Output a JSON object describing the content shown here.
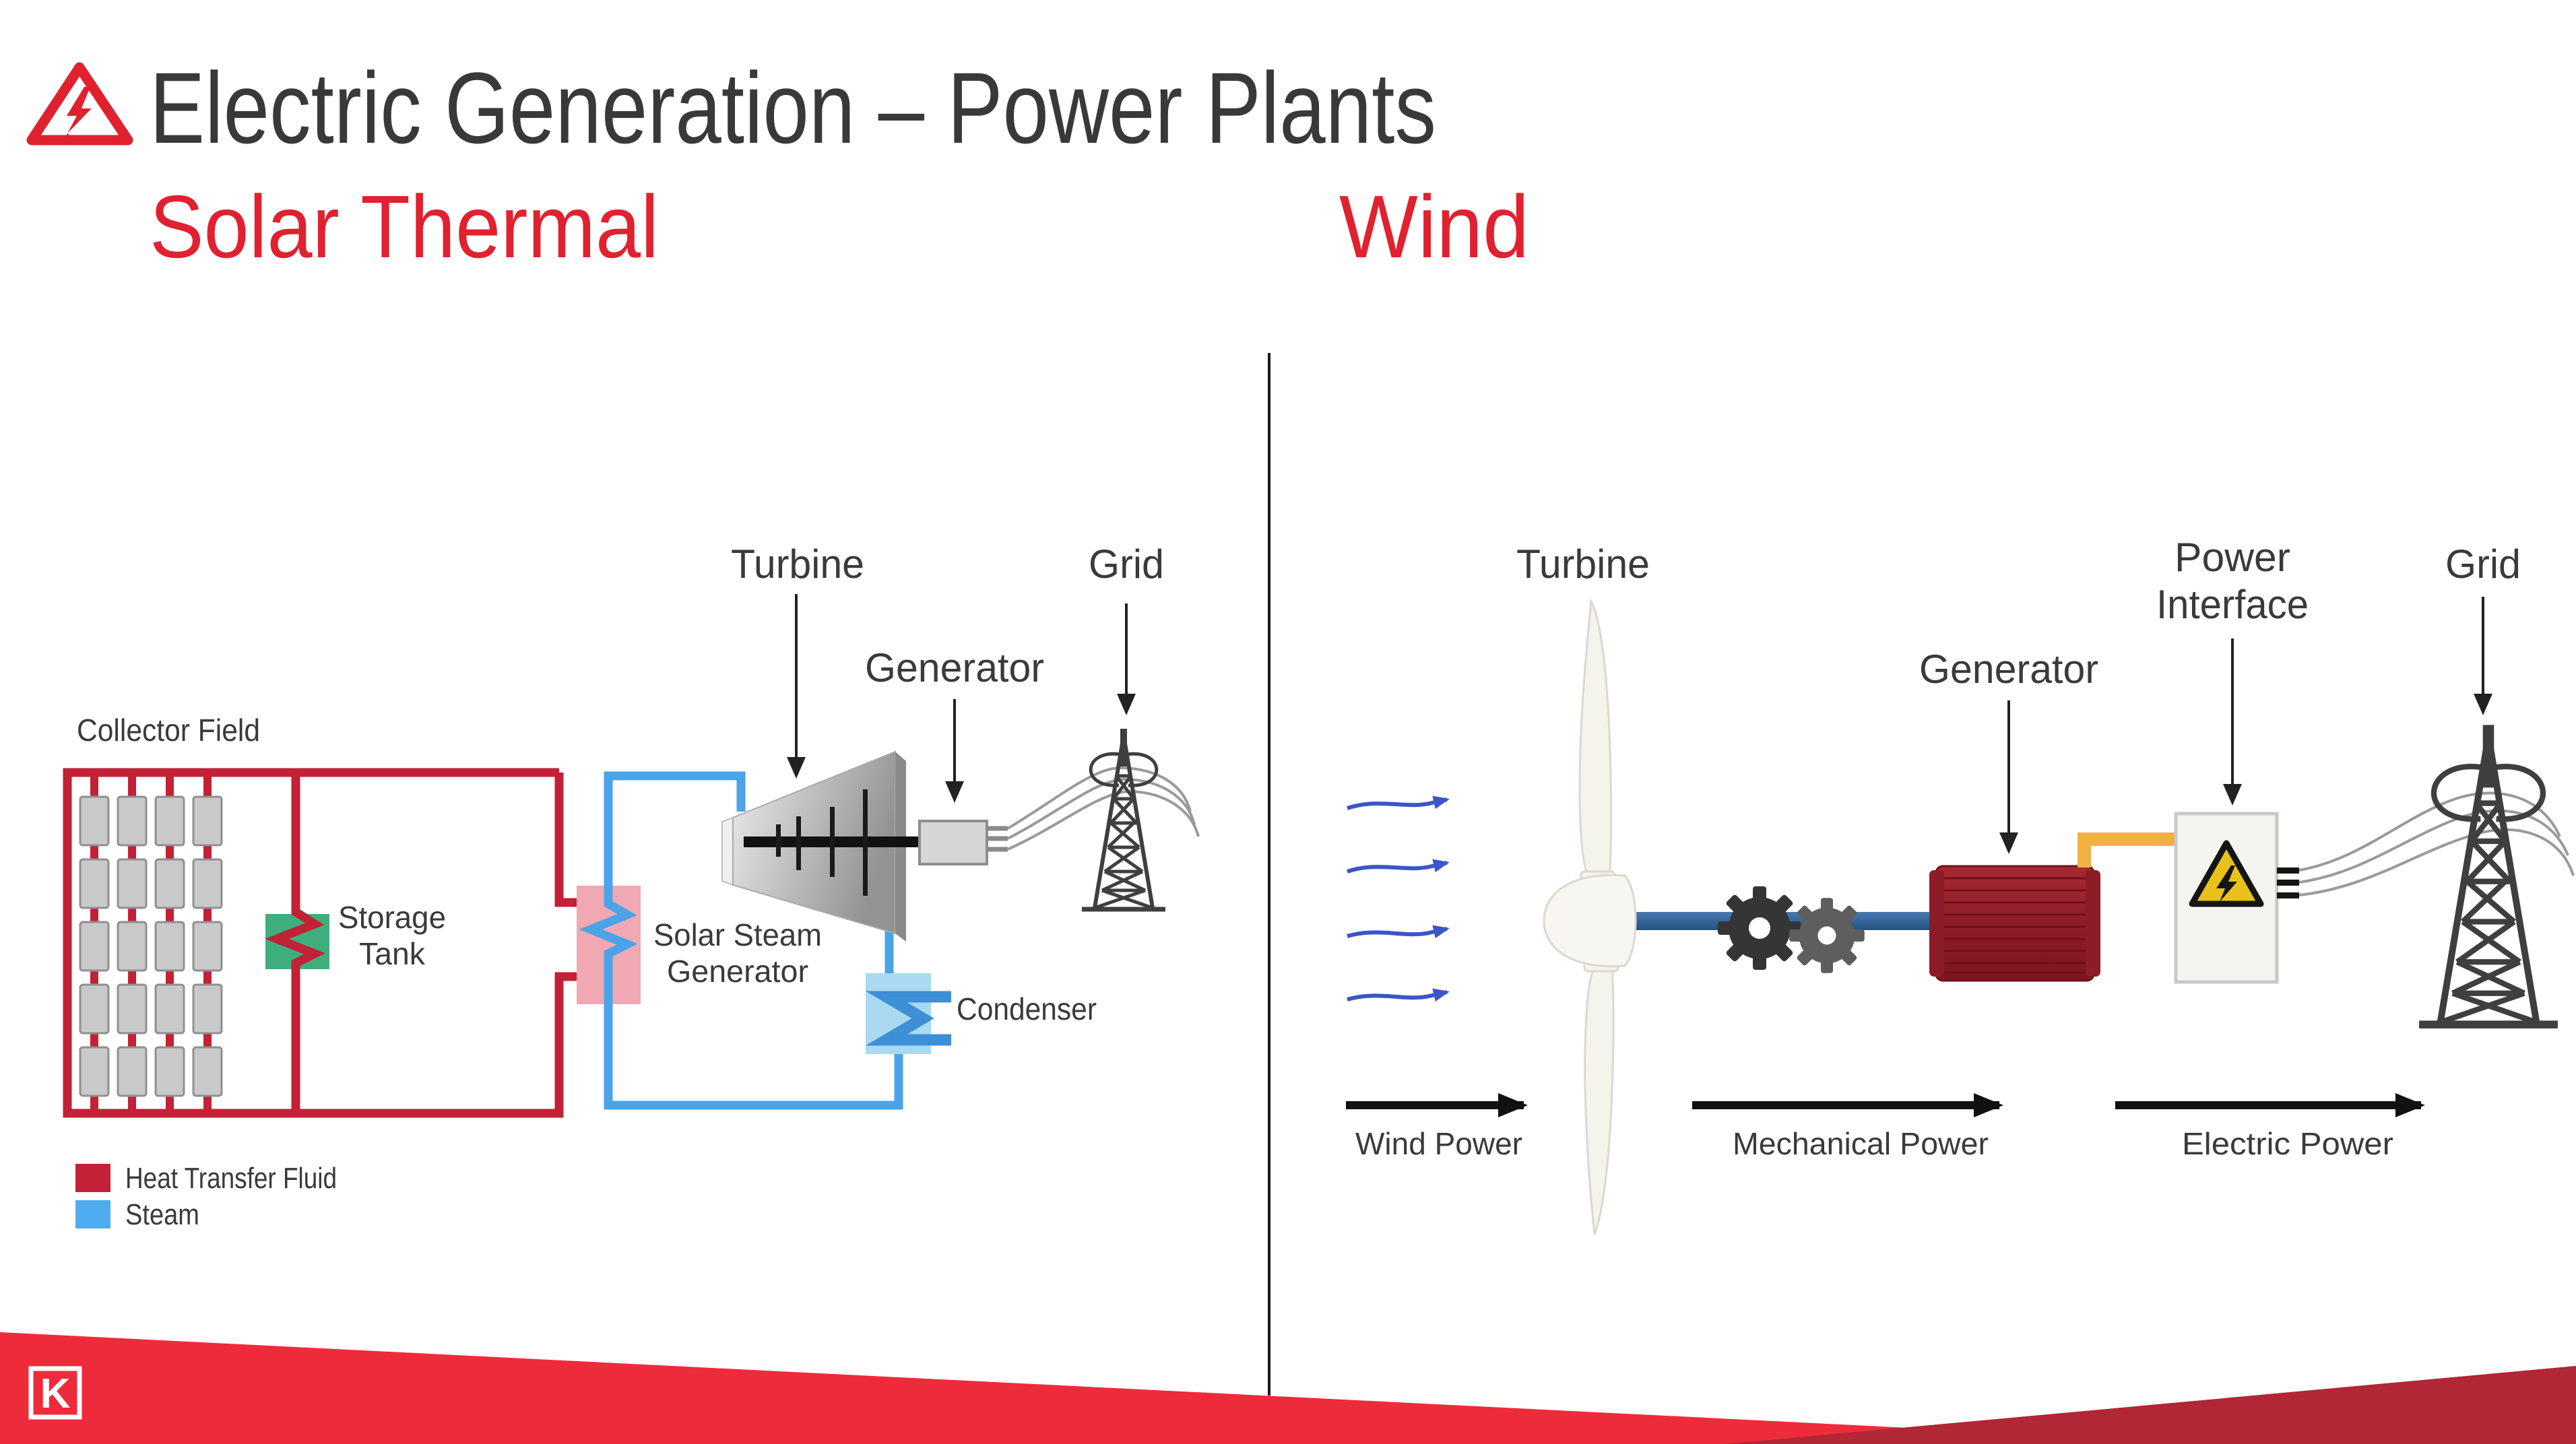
{
  "header": {
    "title": "Electric Generation – Power Plants",
    "subtitle_left": "Solar Thermal",
    "subtitle_right": "Wind"
  },
  "solar": {
    "collector_field": "Collector Field",
    "storage_tank_1": "Storage",
    "storage_tank_2": "Tank",
    "steam_generator_1": "Solar Steam",
    "steam_generator_2": "Generator",
    "turbine": "Turbine",
    "generator": "Generator",
    "grid": "Grid",
    "condenser": "Condenser",
    "legend": {
      "heat_transfer_fluid": "Heat Transfer Fluid",
      "steam": "Steam"
    }
  },
  "wind": {
    "turbine": "Turbine",
    "generator": "Generator",
    "power_interface_1": "Power",
    "power_interface_2": "Interface",
    "grid": "Grid",
    "flow_wind": "Wind Power",
    "flow_mechanical": "Mechanical Power",
    "flow_electric": "Electric Power"
  },
  "footer": {
    "logo_letter": "K"
  },
  "colors": {
    "brand_red": "#E0212F",
    "title_gray": "#39393B",
    "label_gray": "#3A3A3A",
    "pipe_red": "#C22136",
    "pipe_blue": "#4BA3E8",
    "tank_green": "#3FAE7D",
    "exchanger_pink": "#F0A9B2",
    "condenser_fill": "#A9DAF2",
    "coil_blue": "#3D8FD6",
    "panel_gray": "#C9C9C9",
    "shaft_blue_dark": "#33659E",
    "cable_yellow": "#F0B143",
    "warning_yellow": "#E8C21A",
    "wind_arrow_blue": "#3C55C9",
    "banner_red": "#EE2B3B",
    "banner_dark": "#B22735",
    "legend_red": "#C22136",
    "legend_blue": "#4FACEE"
  }
}
